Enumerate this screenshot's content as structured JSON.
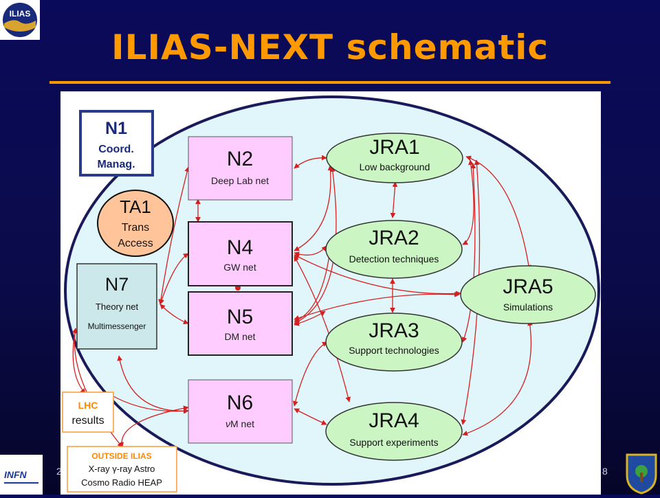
{
  "slide": {
    "title": "ILIAS-NEXT schematic",
    "footer_left": "2",
    "footer_right": "8"
  },
  "nodes": {
    "n1": {
      "label": "N1",
      "sub1": "Coord.",
      "sub2": "Manag."
    },
    "n2": {
      "label": "N2",
      "sub": "Deep Lab net"
    },
    "n4": {
      "label": "N4",
      "sub": "GW net"
    },
    "n5": {
      "label": "N5",
      "sub": "DM net"
    },
    "n6": {
      "label": "N6",
      "sub_prefix": "ν",
      "sub": "M net"
    },
    "n7": {
      "label": "N7",
      "sub1": "Theory net",
      "sub2": "Multimessenger"
    },
    "ta1": {
      "label": "TA1",
      "sub1": "Trans",
      "sub2": "Access"
    },
    "jra1": {
      "label": "JRA1",
      "sub": "Low background"
    },
    "jra2": {
      "label": "JRA2",
      "sub": "Detection techniques"
    },
    "jra3": {
      "label": "JRA3",
      "sub": "Support technologies"
    },
    "jra4": {
      "label": "JRA4",
      "sub": "Support experiments"
    },
    "jra5": {
      "label": "JRA5",
      "sub": "Simulations"
    },
    "lhc": {
      "line1": "LHC",
      "line2": "results"
    },
    "outside": {
      "line1": "OUTSIDE ILIAS",
      "line2": "X-ray γ-ray Astro",
      "line3": "Cosmo Radio HEAP"
    }
  },
  "colors": {
    "background": "#0a0a5a",
    "title": "#ff9900",
    "big_ellipse": "#e0f6fb",
    "network_box": "#ffccff",
    "jra_ellipse": "#ccf5c4",
    "ta1": "#ffc49a",
    "n7_box": "#cce8ea",
    "arrow": "#d42020",
    "n1_border": "#2a3a8a",
    "lhc_border": "#ff9933"
  },
  "logos": {
    "top_left": "ilias-logo",
    "bottom_left": "infn-logo",
    "bottom_right": "university-crest"
  }
}
